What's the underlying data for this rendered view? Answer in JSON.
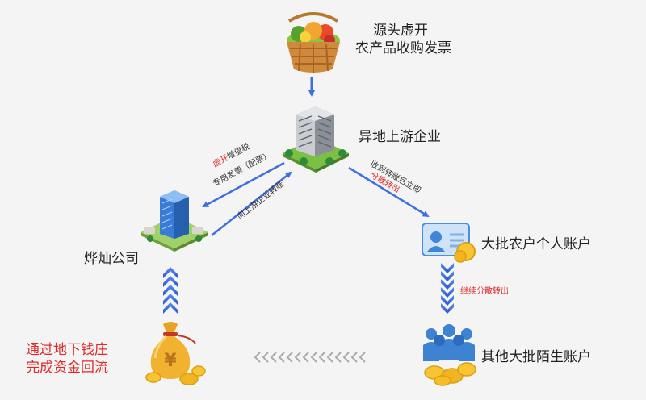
{
  "nodes": {
    "basket": {
      "line1": "源头虚开",
      "line2": "农产品收购发票"
    },
    "upstream": {
      "label": "异地上游企业"
    },
    "company": {
      "label": "烨灿公司"
    },
    "farmers": {
      "label": "大批农户个人账户"
    },
    "strangers": {
      "label": "其他大批陌生账户"
    },
    "underground": {
      "line1": "通过地下钱庄",
      "line2": "完成资金回流"
    }
  },
  "edges": {
    "invoice": {
      "prefix": "虚开",
      "suffix": "增值税",
      "line2": "专用发票（配票）"
    },
    "transfer_up": {
      "label": "向上游企业转账"
    },
    "receive": {
      "line1": "收到转账后立即",
      "line2": "分散转出"
    },
    "continue": {
      "label": "继续分散转出"
    }
  },
  "icons": {
    "currency": "¥"
  },
  "colors": {
    "accent_blue": "#3d6fe0",
    "red": "#e02a2a"
  }
}
